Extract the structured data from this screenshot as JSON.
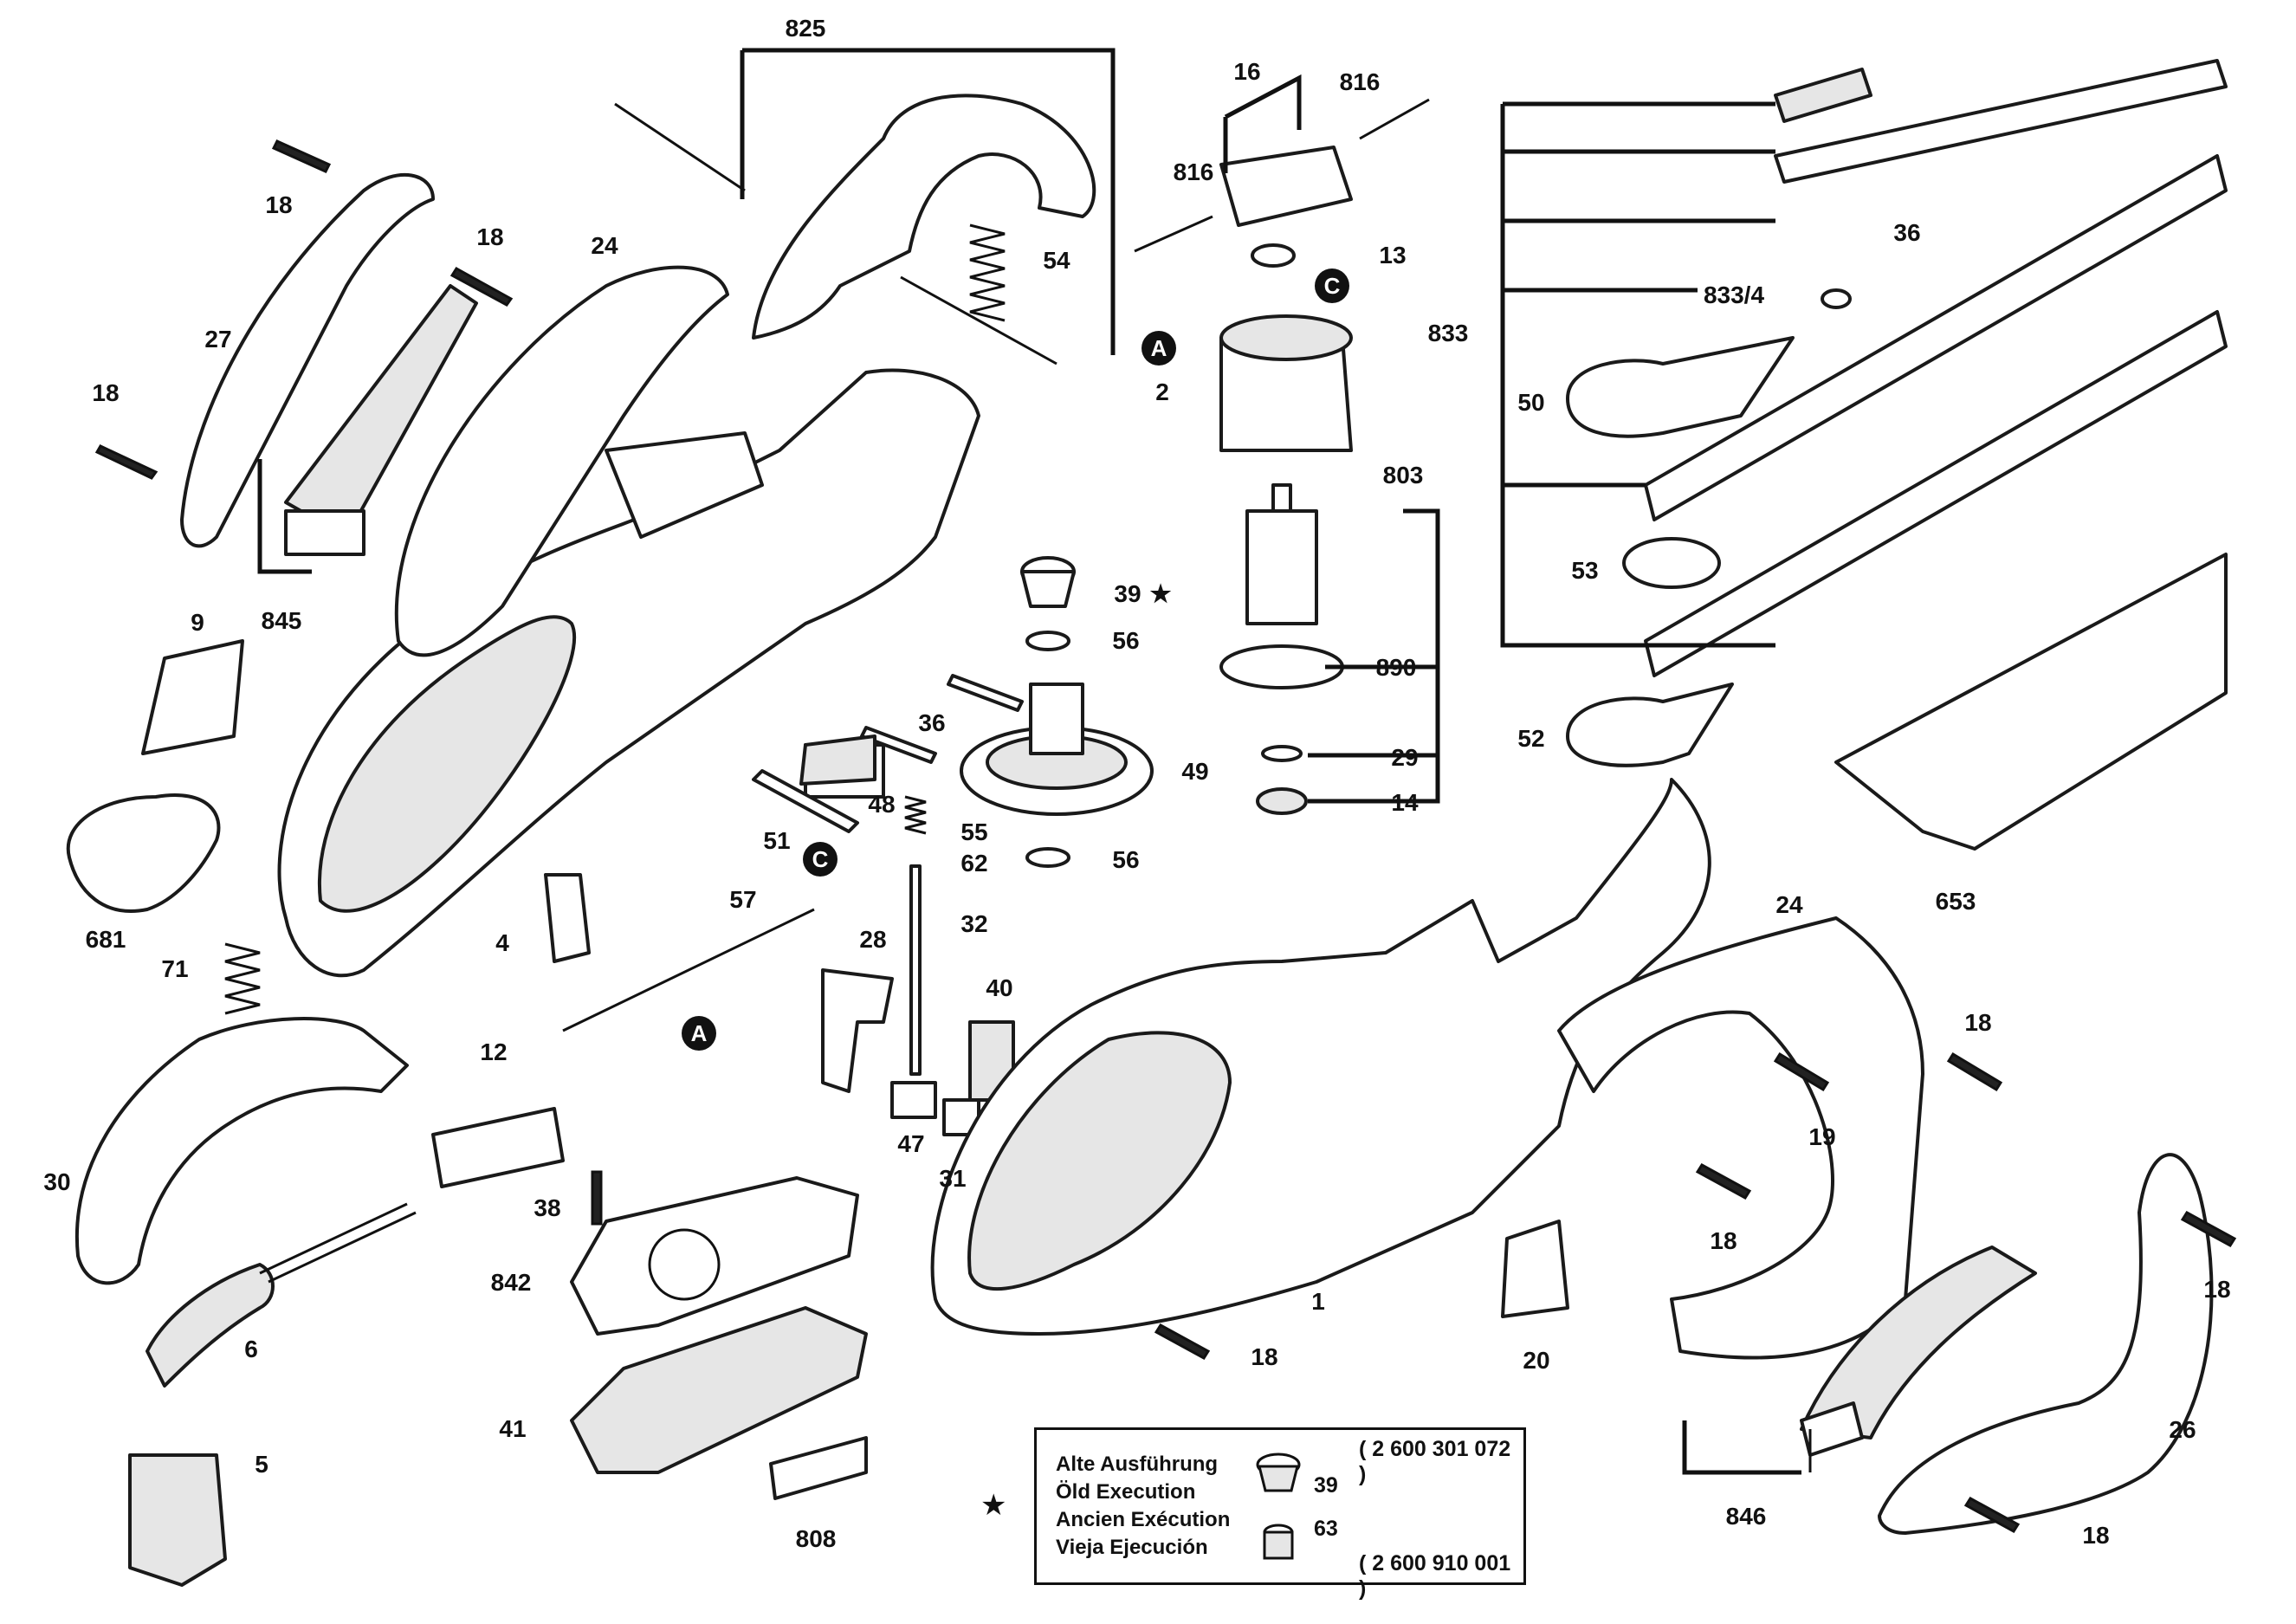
{
  "part_labels": [
    "825",
    "16",
    "816",
    "816",
    "18",
    "18",
    "24",
    "27",
    "18",
    "54",
    "13",
    "2",
    "803",
    "890",
    "29",
    "14",
    "833",
    "833/4",
    "36",
    "50",
    "53",
    "52",
    "653",
    "9",
    "845",
    "39",
    "56",
    "36",
    "49",
    "48",
    "55",
    "62",
    "56",
    "51",
    "32",
    "57",
    "28",
    "40",
    "47",
    "31",
    "4",
    "12",
    "681",
    "71",
    "30",
    "38",
    "842",
    "6",
    "5",
    "41",
    "808",
    "1",
    "20",
    "24",
    "18",
    "19",
    "18",
    "18",
    "26",
    "18",
    "846",
    "18"
  ],
  "markers": [
    "A",
    "C",
    "C",
    "A"
  ],
  "legend": {
    "star": "★",
    "languages": [
      "Alte Ausführung",
      "Öld Execution",
      "Ancien Exécution",
      "Vieja Ejecución"
    ],
    "rows": [
      {
        "part": "39",
        "code": "( 2 600 301 072 )"
      },
      {
        "part": "63",
        "code": "( 2 600 910 001 )"
      }
    ]
  },
  "star_note": "★"
}
